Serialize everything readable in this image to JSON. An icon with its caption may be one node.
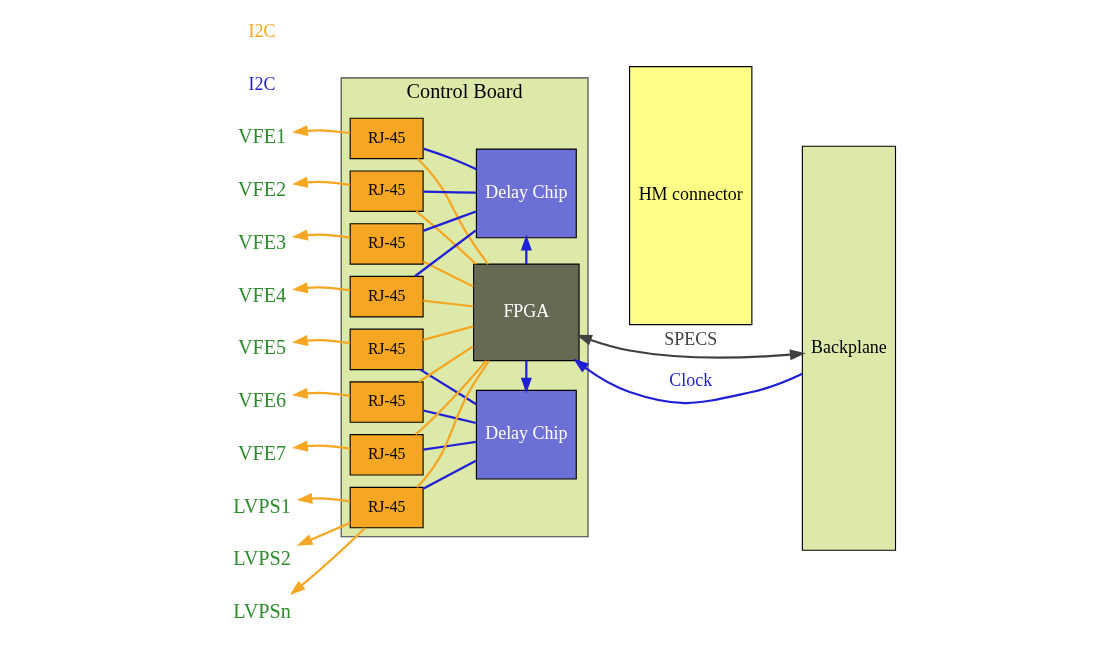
{
  "diagram": {
    "nodes": [
      {
        "text": [
          "Control Board"
        ]
      },
      {
        "text": [
          "RJ-45"
        ],
        "in": 0
      },
      {
        "text": [
          "RJ-45"
        ],
        "in": 0
      },
      {
        "text": [
          "RJ-45"
        ],
        "in": 0
      },
      {
        "text": [
          "RJ-45"
        ],
        "in": 0
      },
      {
        "text": [
          "RJ-45"
        ],
        "in": 0
      },
      {
        "text": [
          "RJ-45"
        ],
        "in": 0
      },
      {
        "text": [
          "RJ-45"
        ],
        "in": 0
      },
      {
        "text": [
          "RJ-45"
        ],
        "in": 0
      },
      {
        "text": [
          "Delay Chip"
        ],
        "in": 0
      },
      {
        "text": [
          "Delay Chip"
        ],
        "in": 0
      },
      {
        "text": [
          "FPGA"
        ],
        "in": 0
      },
      {
        "text": [
          "HM connector"
        ]
      },
      {
        "text": [
          "Backplane"
        ]
      },
      {
        "text": [
          "VFE1"
        ]
      },
      {
        "text": [
          "VFE2"
        ]
      },
      {
        "text": [
          "VFE3"
        ]
      },
      {
        "text": [
          "VFE4"
        ]
      },
      {
        "text": [
          "VFE5"
        ]
      },
      {
        "text": [
          "VFE6"
        ]
      },
      {
        "text": [
          "VFE7"
        ]
      },
      {
        "text": [
          "LVPS1"
        ]
      },
      {
        "text": [
          "LVPS2"
        ]
      },
      {
        "text": [
          "LVPSn"
        ]
      }
    ],
    "edges": [
      {
        "from": 1,
        "to": 14,
        "arrow": "to",
        "color": "#f5a623"
      },
      {
        "from": 2,
        "to": 15,
        "arrow": "to",
        "color": "#f5a623"
      },
      {
        "from": 3,
        "to": 16,
        "arrow": "to",
        "color": "#f5a623"
      },
      {
        "from": 4,
        "to": 17,
        "arrow": "to",
        "color": "#f5a623"
      },
      {
        "from": 5,
        "to": 18,
        "arrow": "to",
        "color": "#f5a623"
      },
      {
        "from": 6,
        "to": 19,
        "arrow": "to",
        "color": "#f5a623"
      },
      {
        "from": 7,
        "to": 20,
        "arrow": "to",
        "color": "#f5a623"
      },
      {
        "from": 8,
        "to": 21,
        "arrow": "to",
        "color": "#f5a623"
      },
      {
        "from": 8,
        "to": 22,
        "arrow": "to",
        "color": "#f5a623"
      },
      {
        "from": 8,
        "to": 23,
        "arrow": "to",
        "color": "#f5a623"
      },
      {
        "from": 1,
        "to": 9,
        "arrow": "none",
        "color": "#1f1fd6"
      },
      {
        "from": 2,
        "to": 9,
        "arrow": "none",
        "color": "#1f1fd6"
      },
      {
        "from": 3,
        "to": 9,
        "arrow": "none",
        "color": "#1f1fd6"
      },
      {
        "from": 4,
        "to": 9,
        "arrow": "none",
        "color": "#1f1fd6"
      },
      {
        "from": 5,
        "to": 10,
        "arrow": "none",
        "color": "#1f1fd6"
      },
      {
        "from": 6,
        "to": 10,
        "arrow": "none",
        "color": "#1f1fd6"
      },
      {
        "from": 7,
        "to": 10,
        "arrow": "none",
        "color": "#1f1fd6"
      },
      {
        "from": 8,
        "to": 10,
        "arrow": "none",
        "color": "#1f1fd6"
      },
      {
        "from": 1,
        "to": 11,
        "arrow": "none",
        "color": "#f5a623"
      },
      {
        "from": 2,
        "to": 11,
        "arrow": "none",
        "color": "#f5a623"
      },
      {
        "from": 3,
        "to": 11,
        "arrow": "none",
        "color": "#f5a623"
      },
      {
        "from": 4,
        "to": 11,
        "arrow": "none",
        "color": "#f5a623"
      },
      {
        "from": 5,
        "to": 11,
        "arrow": "none",
        "color": "#f5a623"
      },
      {
        "from": 6,
        "to": 11,
        "arrow": "none",
        "color": "#f5a623"
      },
      {
        "from": 7,
        "to": 11,
        "arrow": "none",
        "color": "#f5a623"
      },
      {
        "from": 8,
        "to": 11,
        "arrow": "none",
        "color": "#f5a623"
      },
      {
        "from": 11,
        "to": 9,
        "arrow": "to",
        "color": "#1f1fd6"
      },
      {
        "from": 11,
        "to": 10,
        "arrow": "to",
        "color": "#1f1fd6"
      },
      {
        "from": 13,
        "to": 11,
        "arrow": "to",
        "label": "Clock",
        "color": "#1f1fd6"
      },
      {
        "from": 11,
        "to": 13,
        "arrow": "both",
        "label": "SPECS",
        "color": "#404040"
      }
    ],
    "labels": [
      "I2C",
      "I2C"
    ]
  }
}
